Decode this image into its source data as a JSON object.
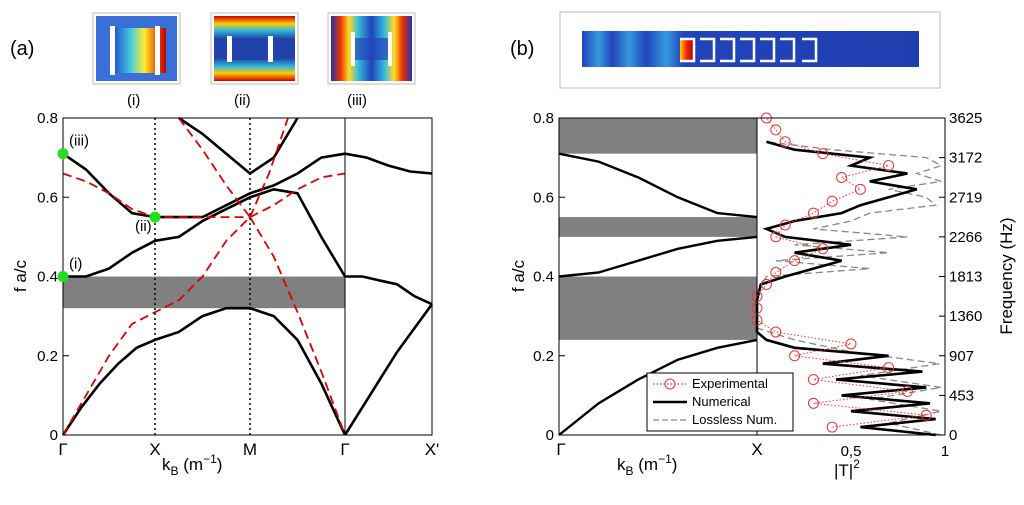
{
  "chart_data": [
    {
      "type": "line",
      "panel_label": "(a)",
      "xlabel": "k",
      "xlabel_sub": "B",
      "xlabel_unit": " (m",
      "xlabel_exp": "−1",
      "xlabel_close": ")",
      "ylabel": "f a/c",
      "ylim": [
        0,
        0.8
      ],
      "yticks": [
        "0",
        "0.2",
        "0.4",
        "0.6",
        "0.8"
      ],
      "xticks": [
        "Γ",
        "X",
        "M",
        "Γ",
        "X'"
      ],
      "band_gap": [
        0.32,
        0.4
      ],
      "inset_labels": [
        "(i)",
        "(ii)",
        "(iii)"
      ],
      "point_labels": [
        {
          "text": "(i)",
          "x": 0,
          "y": 0.4
        },
        {
          "text": "(ii)",
          "x": 1,
          "y": 0.55
        },
        {
          "text": "(iii)",
          "x": 0,
          "y": 0.71
        }
      ],
      "series": [
        {
          "style": "solid",
          "color": "#000000",
          "x": [
            0,
            0.2,
            0.4,
            0.6,
            0.8,
            1,
            1.25,
            1.5,
            1.75,
            2,
            2.25,
            2.5,
            2.75,
            3
          ],
          "y": [
            0,
            0.07,
            0.13,
            0.18,
            0.22,
            0.24,
            0.26,
            0.3,
            0.32,
            0.32,
            0.3,
            0.24,
            0.13,
            0
          ]
        },
        {
          "style": "solid",
          "color": "#000000",
          "x": [
            0,
            0.25,
            0.5,
            0.75,
            1,
            1.25,
            1.5,
            1.75,
            2,
            2.25,
            2.5,
            2.75,
            3
          ],
          "y": [
            0.4,
            0.4,
            0.42,
            0.46,
            0.49,
            0.5,
            0.54,
            0.57,
            0.6,
            0.62,
            0.61,
            0.5,
            0.4
          ]
        },
        {
          "style": "solid",
          "color": "#000000",
          "x": [
            0,
            0.25,
            0.5,
            0.75,
            1,
            1.5,
            2,
            2.25,
            2.5,
            2.75,
            3
          ],
          "y": [
            0.71,
            0.67,
            0.61,
            0.56,
            0.55,
            0.55,
            0.61,
            0.63,
            0.66,
            0.7,
            0.71
          ]
        },
        {
          "style": "solid",
          "color": "#000000",
          "x": [
            1.25,
            1.5,
            1.75,
            2,
            2.25,
            2.5
          ],
          "y": [
            0.8,
            0.76,
            0.71,
            0.66,
            0.7,
            0.8
          ]
        },
        {
          "style": "solid",
          "color": "#000000",
          "x": [
            3,
            3.2,
            3.4,
            3.6,
            3.8,
            4
          ],
          "y": [
            0,
            0.07,
            0.14,
            0.21,
            0.27,
            0.33
          ]
        },
        {
          "style": "solid",
          "color": "#000000",
          "x": [
            3,
            3.2,
            3.4,
            3.6,
            3.8,
            4
          ],
          "y": [
            0.4,
            0.4,
            0.39,
            0.38,
            0.35,
            0.33
          ]
        },
        {
          "style": "solid",
          "color": "#000000",
          "x": [
            3,
            3.25,
            3.5,
            3.75,
            4
          ],
          "y": [
            0.71,
            0.7,
            0.68,
            0.665,
            0.66
          ]
        },
        {
          "style": "dashed",
          "color": "#dd0000",
          "x": [
            0,
            0.25,
            0.5,
            0.75,
            1,
            1.25,
            1.5,
            1.75,
            2
          ],
          "y": [
            0,
            0.1,
            0.2,
            0.28,
            0.31,
            0.34,
            0.4,
            0.49,
            0.55
          ]
        },
        {
          "style": "dashed",
          "color": "#dd0000",
          "x": [
            0,
            0.25,
            0.5,
            0.75,
            1,
            1.25,
            1.5,
            1.75,
            2
          ],
          "y": [
            0.66,
            0.64,
            0.61,
            0.57,
            0.55,
            0.55,
            0.55,
            0.55,
            0.55
          ]
        },
        {
          "style": "dashed",
          "color": "#dd0000",
          "x": [
            2,
            2.25,
            2.5,
            2.75,
            3
          ],
          "y": [
            0.55,
            0.58,
            0.62,
            0.65,
            0.66
          ]
        },
        {
          "style": "dashed",
          "color": "#dd0000",
          "x": [
            2,
            2.25,
            2.5,
            2.75,
            3
          ],
          "y": [
            0.55,
            0.45,
            0.31,
            0.16,
            0
          ]
        },
        {
          "style": "dashed",
          "color": "#dd0000",
          "x": [
            1.25,
            1.5,
            1.75,
            2
          ],
          "y": [
            0.8,
            0.72,
            0.63,
            0.55
          ]
        },
        {
          "style": "dashed",
          "color": "#dd0000",
          "x": [
            2,
            2.2,
            2.4
          ],
          "y": [
            0.55,
            0.66,
            0.8
          ]
        }
      ],
      "markers": [
        {
          "x": 0,
          "y": 0.4
        },
        {
          "x": 1,
          "y": 0.55
        },
        {
          "x": 0,
          "y": 0.71
        }
      ]
    },
    {
      "type": "line",
      "panel_label": "(b)",
      "xlabel": "k",
      "xlabel_sub": "B",
      "xlabel_unit": " (m",
      "xlabel_exp": "−1",
      "xlabel_close": ")",
      "x2label": "|T|",
      "x2label_exp": "2",
      "ylabel": "f a/c",
      "y2label": "Frequency (Hz)",
      "ylim": [
        0,
        0.8
      ],
      "yticks": [
        "0",
        "0.2",
        "0.4",
        "0.6",
        "0.8"
      ],
      "y2ticks": [
        "0",
        "453",
        "907",
        "1360",
        "1813",
        "2266",
        "2719",
        "3172",
        "3625"
      ],
      "xticks": [
        "Γ",
        "X"
      ],
      "x2ticks": [
        "0,5",
        "1"
      ],
      "band_gaps": [
        [
          0.24,
          0.4
        ],
        [
          0.5,
          0.55
        ],
        [
          0.71,
          0.8
        ]
      ],
      "dispersion": [
        {
          "x": [
            0,
            0.2,
            0.4,
            0.6,
            0.8,
            1
          ],
          "y": [
            0,
            0.08,
            0.14,
            0.19,
            0.22,
            0.24
          ]
        },
        {
          "x": [
            0,
            0.2,
            0.4,
            0.6,
            0.8,
            1
          ],
          "y": [
            0.4,
            0.41,
            0.44,
            0.47,
            0.49,
            0.5
          ]
        },
        {
          "x": [
            0,
            0.2,
            0.4,
            0.6,
            0.8,
            1
          ],
          "y": [
            0.71,
            0.69,
            0.65,
            0.6,
            0.56,
            0.55
          ]
        }
      ],
      "transmission": {
        "numerical": {
          "y": [
            0,
            0.02,
            0.04,
            0.06,
            0.08,
            0.1,
            0.12,
            0.14,
            0.16,
            0.18,
            0.2,
            0.22,
            0.24,
            0.26,
            0.3,
            0.34,
            0.38,
            0.4,
            0.42,
            0.44,
            0.46,
            0.48,
            0.5,
            0.52,
            0.54,
            0.56,
            0.58,
            0.6,
            0.62,
            0.64,
            0.66,
            0.68,
            0.7,
            0.72,
            0.74
          ],
          "T": [
            0.95,
            0.55,
            0.95,
            0.5,
            0.92,
            0.45,
            0.9,
            0.42,
            0.88,
            0.35,
            0.7,
            0.2,
            0.05,
            0.0,
            0.0,
            0.0,
            0.02,
            0.15,
            0.3,
            0.45,
            0.2,
            0.5,
            0.15,
            0.05,
            0.2,
            0.45,
            0.55,
            0.7,
            0.85,
            0.6,
            0.8,
            0.5,
            0.6,
            0.2,
            0.05
          ]
        },
        "lossless": {
          "y": [
            0,
            0.03,
            0.06,
            0.09,
            0.12,
            0.15,
            0.18,
            0.21,
            0.24,
            0.27,
            0.32,
            0.36,
            0.4,
            0.42,
            0.44,
            0.46,
            0.48,
            0.5,
            0.52,
            0.54,
            0.56,
            0.58,
            0.6,
            0.62,
            0.64,
            0.66,
            0.68,
            0.7,
            0.72,
            0.74
          ],
          "T": [
            0.98,
            0.7,
            0.98,
            0.6,
            0.98,
            0.55,
            0.97,
            0.5,
            0.2,
            0.0,
            0.0,
            0.0,
            0.05,
            0.6,
            0.1,
            0.7,
            0.2,
            0.8,
            0.3,
            0.5,
            0.6,
            0.95,
            0.9,
            0.7,
            0.98,
            0.85,
            0.98,
            0.9,
            0.4,
            0.05
          ]
        },
        "experimental": {
          "y": [
            0.02,
            0.05,
            0.08,
            0.11,
            0.14,
            0.17,
            0.2,
            0.23,
            0.26,
            0.29,
            0.32,
            0.35,
            0.38,
            0.41,
            0.44,
            0.47,
            0.5,
            0.53,
            0.56,
            0.59,
            0.62,
            0.65,
            0.68,
            0.71,
            0.74,
            0.77,
            0.8
          ],
          "T": [
            0.4,
            0.9,
            0.3,
            0.8,
            0.3,
            0.7,
            0.2,
            0.5,
            0.1,
            0.0,
            0.0,
            0.0,
            0.05,
            0.1,
            0.2,
            0.35,
            0.1,
            0.15,
            0.3,
            0.4,
            0.55,
            0.45,
            0.7,
            0.35,
            0.15,
            0.1,
            0.05
          ]
        }
      },
      "legend": [
        {
          "label": "Experimental",
          "style": "circle-dotted",
          "color": "#ee3333"
        },
        {
          "label": "Numerical",
          "style": "solid",
          "color": "#000000"
        },
        {
          "label": "Lossless Num.",
          "style": "dashed",
          "color": "#888888"
        }
      ]
    }
  ],
  "colors": {
    "gap": "#808080",
    "marker": "#22dd22",
    "red_dash": "#dd0000"
  }
}
